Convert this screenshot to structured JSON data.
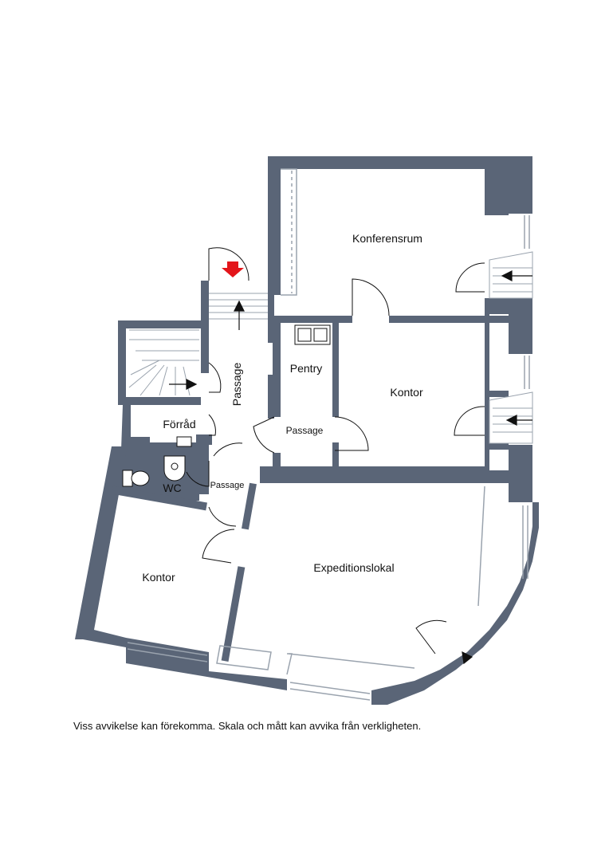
{
  "colors": {
    "wall": "#5a6577",
    "floor": "#ffffff",
    "line": "#9aa3ae",
    "arrow": "#111111",
    "entrance_arrow": "#e3151a",
    "text": "#111111"
  },
  "rooms": {
    "konferensrum": "Konferensrum",
    "pentry": "Pentry",
    "kontor_right": "Kontor",
    "passage_vertical": "Passage",
    "passage_center": "Passage",
    "passage_small": "Passage",
    "forrad": "Förråd",
    "wc": "WC",
    "kontor_left": "Kontor",
    "expeditionslokal": "Expeditionslokal"
  },
  "disclaimer": "Viss avvikelse kan förekomma. Skala och mått kan avvika från verkligheten."
}
